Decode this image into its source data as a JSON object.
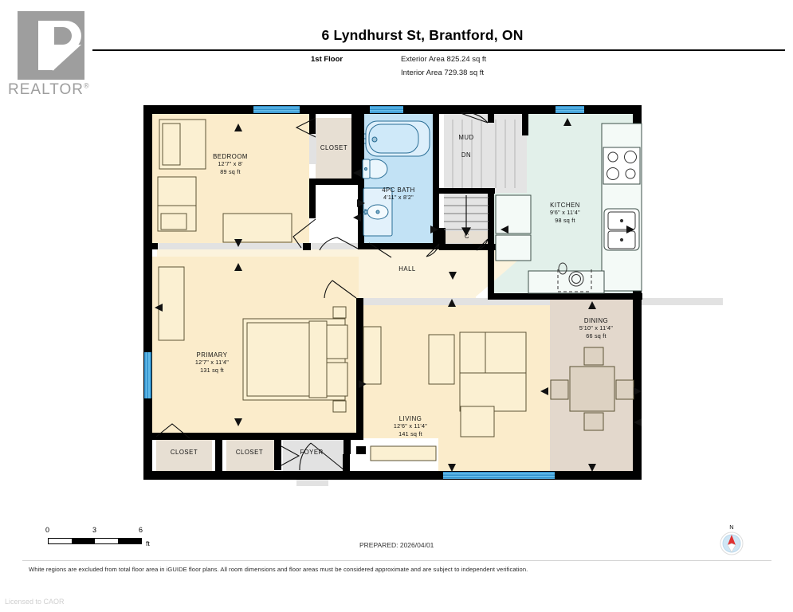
{
  "logo": {
    "name": "REALTOR",
    "registered": "®"
  },
  "header": {
    "title": "6 Lyndhurst St, Brantford, ON",
    "floor_label": "1st Floor",
    "exterior_area": "Exterior Area 825.24 sq ft",
    "interior_area": "Interior Area 729.38 sq ft"
  },
  "rooms": [
    {
      "name": "BEDROOM",
      "dims": "12'7\" x 8'",
      "area": "89 sq ft"
    },
    {
      "name": "CLOSET",
      "dims": "",
      "area": ""
    },
    {
      "name": "4PC BATH",
      "dims": "4'11\" x 8'2\"",
      "area": ""
    },
    {
      "name": "MUD",
      "dims": "",
      "area": ""
    },
    {
      "name": "DN",
      "dims": "",
      "area": ""
    },
    {
      "name": "C",
      "dims": "",
      "area": ""
    },
    {
      "name": "KITCHEN",
      "dims": "9'6\" x 11'4\"",
      "area": "98 sq ft"
    },
    {
      "name": "HALL",
      "dims": "",
      "area": ""
    },
    {
      "name": "PRIMARY",
      "dims": "12'7\" x 11'4\"",
      "area": "131 sq ft"
    },
    {
      "name": "DINING",
      "dims": "5'10\" x 11'4\"",
      "area": "66 sq ft"
    },
    {
      "name": "LIVING",
      "dims": "12'6\" x 11'4\"",
      "area": "141 sq ft"
    },
    {
      "name": "CLOSET",
      "dims": "",
      "area": ""
    },
    {
      "name": "CLOSET",
      "dims": "",
      "area": ""
    },
    {
      "name": "FOYER",
      "dims": "",
      "area": ""
    }
  ],
  "scale": {
    "t0": "0",
    "t1": "3",
    "t2": "6",
    "unit": "ft"
  },
  "compass": {
    "north": "N"
  },
  "footer": {
    "prepared": "PREPARED: 2026/04/01",
    "disclaimer": "White regions are excluded from total floor area in iGUIDE floor plans. All room dimensions and floor areas must be considered approximate and are subject to independent verification.",
    "licensed": "Licensed to CAOR"
  },
  "colors": {
    "wall": "#000000",
    "bedroom_fill": "#fbeccb",
    "kitchen_fill": "#e2f0ea",
    "bath_fill": "#c2e2f5",
    "closet_fill": "#e7dfd3",
    "foyer_fill": "#e2e2e2",
    "dining_fill": "#e3d8cc",
    "window": "#3d9fd6",
    "logo_gray": "#9e9e9e"
  }
}
